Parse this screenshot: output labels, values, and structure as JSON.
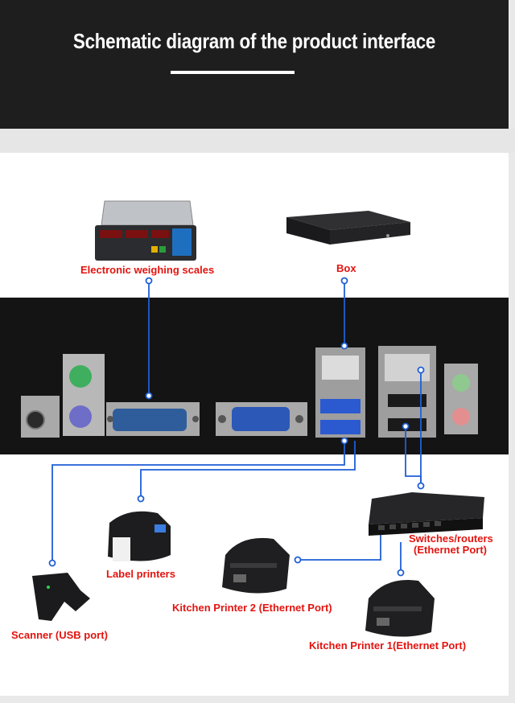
{
  "header": {
    "title": "Schematic diagram of the product interface"
  },
  "devices": {
    "scales": "Electronic weighing scales",
    "box": "Box",
    "label_printer": "Label printers",
    "scanner": "Scanner (USB port)",
    "kitchen2": "Kitchen Printer 2 (Ethernet Port)",
    "kitchen1": "Kitchen Printer 1(Ethernet Port)",
    "switch_line1": "Switches/routers",
    "switch_line2": "(Ethernet Port)"
  },
  "colors": {
    "label": "#e3140f",
    "wire": "#1f5fd6",
    "header_bg": "#1e1e1e"
  }
}
